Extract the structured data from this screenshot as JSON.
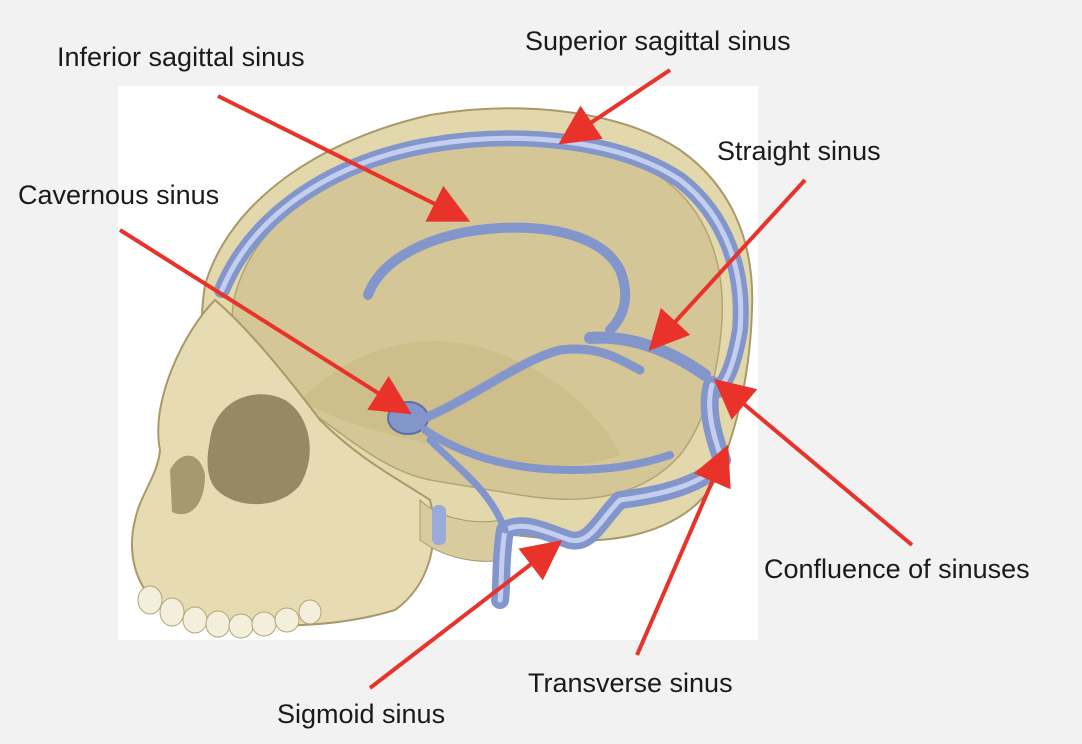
{
  "labels": {
    "inferior_sagittal_sinus": "Inferior sagittal sinus",
    "superior_sagittal_sinus": "Superior sagittal sinus",
    "straight_sinus": "Straight sinus",
    "cavernous_sinus": "Cavernous sinus",
    "confluence_of_sinuses": "Confluence of sinuses",
    "transverse_sinus": "Transverse sinus",
    "sigmoid_sinus": "Sigmoid sinus"
  },
  "colors": {
    "background": "#f2f2f2",
    "arrow": "#e8322a",
    "bone": "#e2d6ae",
    "bone_shadow": "#bfae7e",
    "vein": "#8fa3d6",
    "vein_highlight": "#c4cff0"
  }
}
